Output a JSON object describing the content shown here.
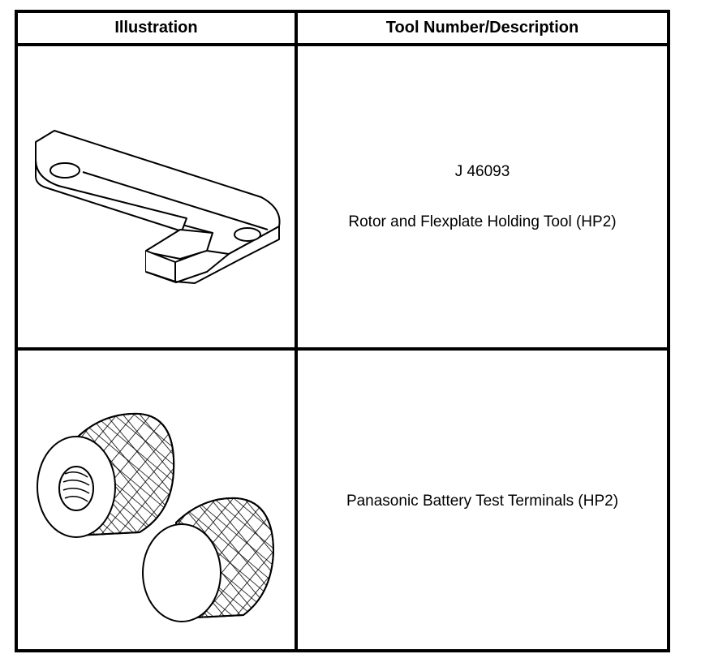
{
  "table": {
    "headers": {
      "illustration": "Illustration",
      "description": "Tool Number/Description"
    },
    "rows": [
      {
        "illustration_icon": "flexplate-holding-tool-icon",
        "tool_number": "J 46093",
        "description": "Rotor and Flexplate Holding Tool (HP2)"
      },
      {
        "illustration_icon": "battery-test-terminals-icon",
        "tool_number": "",
        "description": "Panasonic Battery Test Terminals (HP2)"
      }
    ]
  },
  "colors": {
    "line": "#000000",
    "background": "#ffffff"
  }
}
